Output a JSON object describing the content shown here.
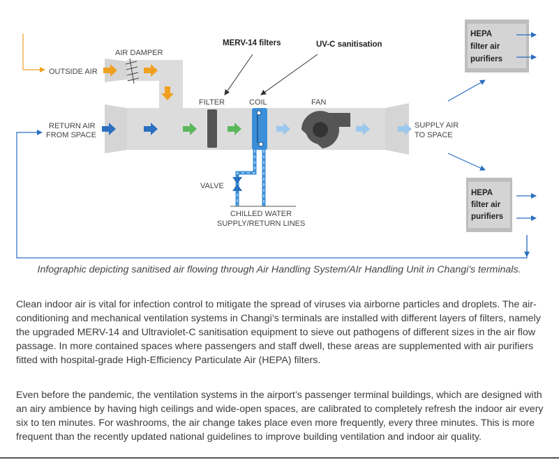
{
  "diagram": {
    "labels": {
      "outside_air": "OUTSIDE AIR",
      "air_damper": "AIR DAMPER",
      "merv": "MERV-14 filters",
      "uvc": "UV-C sanitisation",
      "filter": "FILTER",
      "coil": "COIL",
      "fan": "FAN",
      "return_air_1": "RETURN AIR",
      "return_air_2": "FROM SPACE",
      "supply_air_1": "SUPPLY AIR",
      "supply_air_2": "TO SPACE",
      "valve": "VALVE",
      "chilled_1": "CHILLED WATER",
      "chilled_2": "SUPPLY/RETURN LINES"
    },
    "hepa_top": [
      "HEPA",
      "filter air",
      "purifiers"
    ],
    "hepa_bottom": [
      "HEPA",
      "filter air",
      "purifiers"
    ],
    "colors": {
      "outside_air": "#f0a020",
      "return_air": "#2a6fc0",
      "filtered_air": "#5bb75b",
      "supply_air": "#9cc7ee",
      "duct": "#d9d9d9",
      "loop_line": "#2a6fc0"
    }
  },
  "caption": "Infographic depicting sanitised air flowing through Air Handling System/AIr Handling Unit in Changi's terminals.",
  "paragraphs": [
    "Clean indoor air is vital for infection control to mitigate the spread of viruses via airborne particles and droplets. The air-conditioning and mechanical ventilation systems in Changi’s terminals are installed with different layers of filters, namely the upgraded MERV-14 and Ultraviolet-C sanitisation equipment to sieve out pathogens of different sizes in the air flow passage. In more contained spaces where passengers and staff dwell, these areas are supplemented with air purifiers fitted with hospital-grade High-Efficiency Particulate Air (HEPA) filters.",
    "Even before the pandemic, the ventilation systems in the airport’s passenger terminal buildings, which are designed with an airy ambience by having high ceilings and wide-open spaces, are calibrated to completely refresh the indoor air every six to ten minutes. For washrooms, the air change takes place even more frequently, every three minutes. This is more frequent than the recently updated national guidelines to improve building ventilation and indoor air quality."
  ]
}
